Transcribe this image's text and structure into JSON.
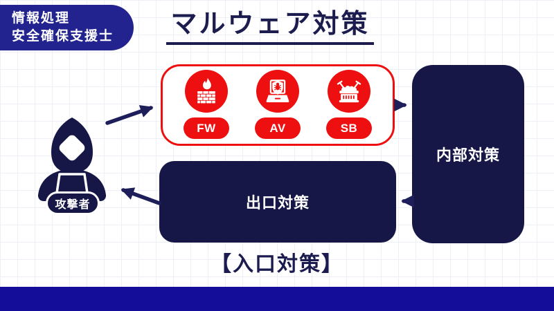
{
  "badge": {
    "line1": "情報処理",
    "line2": "安全確保支援士"
  },
  "title": "マルウェア対策",
  "entry_defense": {
    "caption": "【入口対策】",
    "items": [
      {
        "icon": "firewall-icon",
        "label": "FW"
      },
      {
        "icon": "antivirus-icon",
        "label": "AV"
      },
      {
        "icon": "sandbox-icon",
        "label": "SB"
      }
    ]
  },
  "internal_defense": {
    "label": "内部対策"
  },
  "exit_defense": {
    "label": "出口対策"
  },
  "attacker": {
    "label": "攻撃者"
  },
  "colors": {
    "accent_red": "#ee1010",
    "navy_box": "#171747",
    "badge_blue": "#23238f",
    "bottom_bar_blue": "#130d99",
    "title_navy": "#1c1c4f",
    "arrow_navy": "#1e1e5a"
  }
}
